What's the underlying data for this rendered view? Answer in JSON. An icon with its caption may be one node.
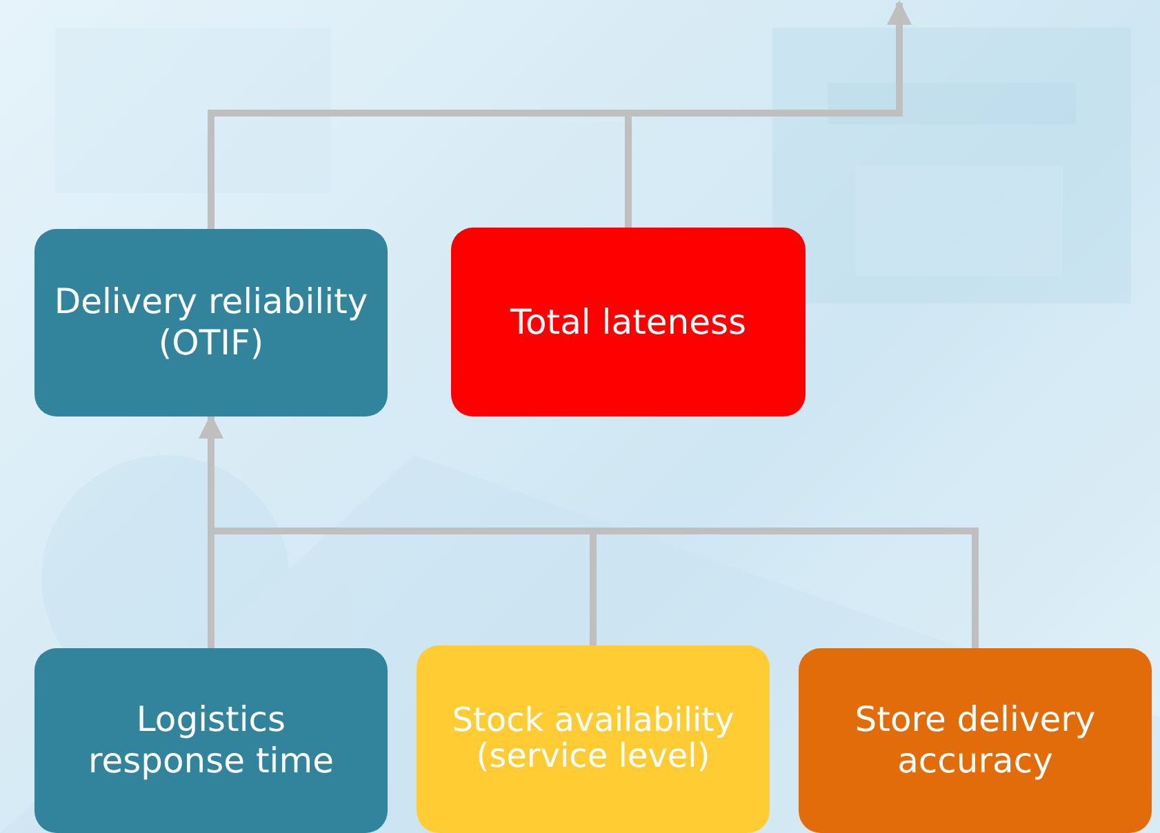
{
  "diagram": {
    "nodes": [
      {
        "text": [
          "Delivery reliability (OTIF)"
        ]
      },
      {
        "text": [
          "Total lateness"
        ]
      },
      {
        "text": [
          "Logistics response time"
        ]
      },
      {
        "text": [
          "Stock availability (service level)"
        ]
      },
      {
        "text": [
          "Store delivery accuracy"
        ]
      }
    ],
    "edges": [
      {
        "from": 0,
        "to": null,
        "arrow": "to"
      },
      {
        "from": 1,
        "to": null,
        "arrow": "to"
      },
      {
        "from": 2,
        "to": 0,
        "arrow": "to"
      },
      {
        "from": 3,
        "to": 0,
        "arrow": "to"
      },
      {
        "from": 4,
        "to": 0,
        "arrow": "to"
      }
    ]
  }
}
